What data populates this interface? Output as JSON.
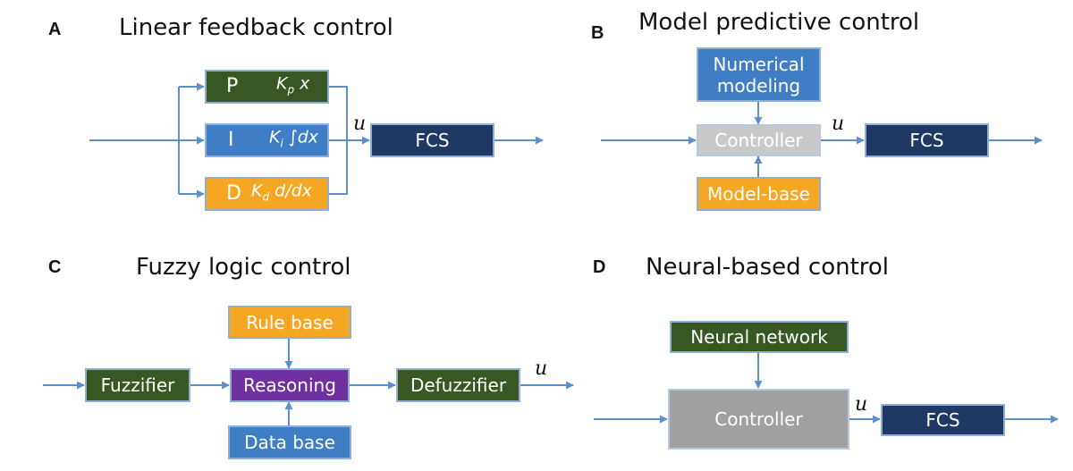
{
  "panels": {
    "a": {
      "letter": "A",
      "title": "Linear feedback control",
      "p_letter": "P",
      "p_gain": "K",
      "p_sub": "p",
      "p_var": " x",
      "i_letter": "I",
      "i_gain": "K",
      "i_sub": "i",
      "i_var": " ∫dx",
      "d_letter": "D",
      "d_gain": "K",
      "d_sub": "d",
      "d_var": "  d/dx",
      "output": "u",
      "fcs": "FCS"
    },
    "b": {
      "letter": "B",
      "title": "Model predictive control",
      "numerical_line1": "Numerical",
      "numerical_line2": "modeling",
      "controller": "Controller",
      "model_base": "Model-base",
      "output": "u",
      "fcs": "FCS"
    },
    "c": {
      "letter": "C",
      "title": "Fuzzy logic control",
      "rule_base": "Rule base",
      "fuzzifier": "Fuzzifier",
      "reasoning": "Reasoning",
      "defuzzifier": "Defuzzifier",
      "data_base": "Data base",
      "output": "u"
    },
    "d": {
      "letter": "D",
      "title": "Neural-based control",
      "neural_network": "Neural network",
      "controller": "Controller",
      "output": "u",
      "fcs": "FCS"
    }
  },
  "colors": {
    "line": "#5b8fd0",
    "green": "#385723",
    "blue": "#3f7ec4",
    "orange": "#f5a623",
    "navy": "#1f3864",
    "purple": "#7030a0",
    "light_gray": "#c9c9c9",
    "gray": "#a0a0a0"
  }
}
